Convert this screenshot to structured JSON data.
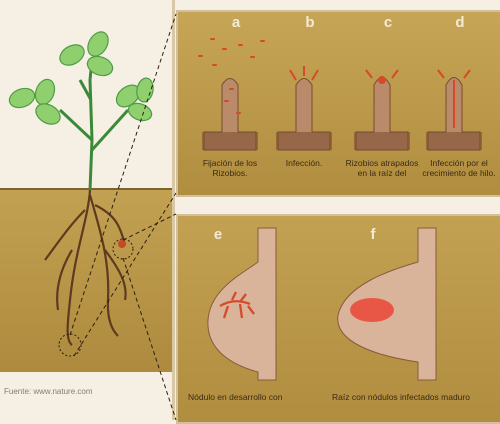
{
  "stages_top": [
    {
      "letter": "a",
      "caption": "Fijación de los Rizobios."
    },
    {
      "letter": "b",
      "caption": "Infección."
    },
    {
      "letter": "c",
      "caption": "Rizobios atrapados en la raíz del"
    },
    {
      "letter": "d",
      "caption": "Infección por el crecimiento de hilo."
    }
  ],
  "stages_bottom": [
    {
      "letter": "e",
      "caption": "Nódulo en desarrollo con"
    },
    {
      "letter": "f",
      "caption": "Raíz con nódulos infectados maduro"
    }
  ],
  "credit": "Fuente: www.nature.com",
  "colors": {
    "soil": "#b9974a",
    "root": "#b98b6a",
    "root_dark": "#5e3a1f",
    "leaf": "#8fcf6e",
    "stem": "#3b8a3a",
    "rhizobia": "#d54a2a"
  }
}
